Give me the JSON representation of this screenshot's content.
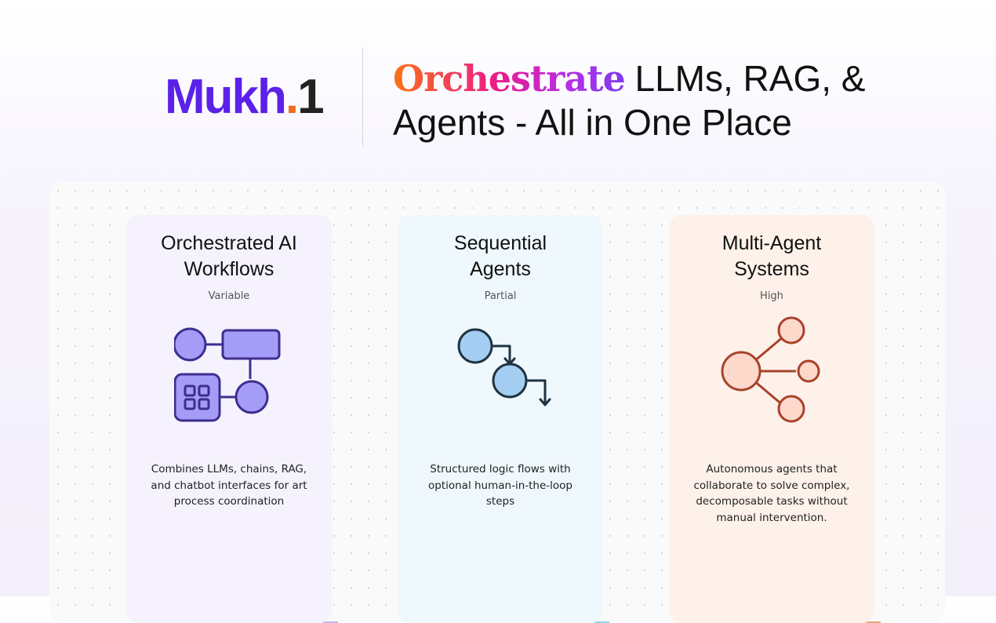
{
  "logo": {
    "text": "Mukh",
    "dot": ".",
    "one": "1"
  },
  "headline": {
    "highlight": "Orchestrate",
    "rest1": " LLMs, RAG, &",
    "line2": "Agents - All in One Place"
  },
  "cards": [
    {
      "title": "Orchestrated AI Workflows",
      "tag": "Variable",
      "description": "Combines LLMs, chains, RAG, and chatbot interfaces for art process coordination",
      "accent": "#c3b5f3"
    },
    {
      "title": "Sequential Agents",
      "tag": "Partial",
      "description": "Structured logic flows with optional human-in-the-loop steps",
      "accent": "#93d2e8"
    },
    {
      "title": "Multi-Agent Systems",
      "tag": "High",
      "description": "Autonomous agents that collaborate to solve complex, decomposable tasks without manual intervention.",
      "accent": "#eea57c"
    }
  ]
}
